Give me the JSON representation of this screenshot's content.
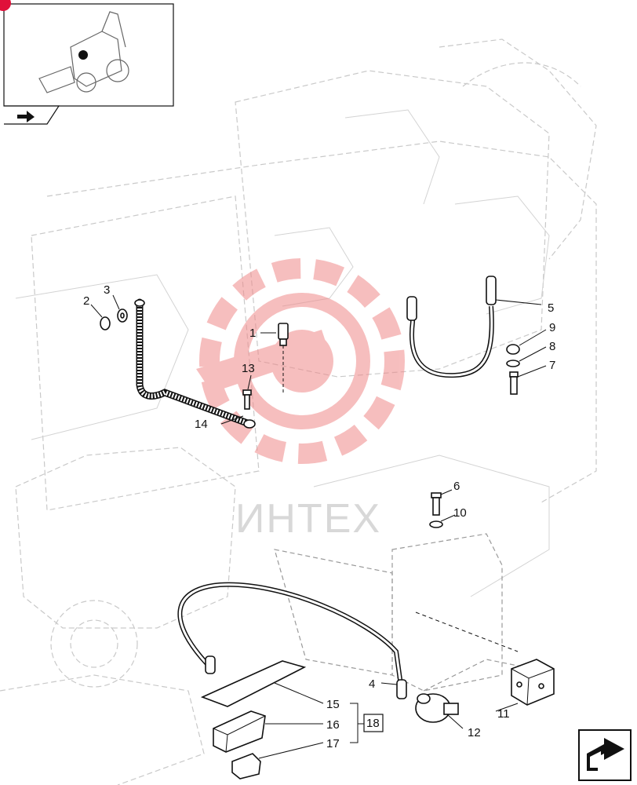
{
  "callouts": [
    {
      "id": "c1",
      "text": "1"
    },
    {
      "id": "c2",
      "text": "2"
    },
    {
      "id": "c3",
      "text": "3"
    },
    {
      "id": "c4",
      "text": "4"
    },
    {
      "id": "c5",
      "text": "5"
    },
    {
      "id": "c6",
      "text": "6"
    },
    {
      "id": "c7",
      "text": "7"
    },
    {
      "id": "c8",
      "text": "8"
    },
    {
      "id": "c9",
      "text": "9"
    },
    {
      "id": "c10",
      "text": "10"
    },
    {
      "id": "c11",
      "text": "11"
    },
    {
      "id": "c12",
      "text": "12"
    },
    {
      "id": "c13",
      "text": "13"
    },
    {
      "id": "c14",
      "text": "14"
    },
    {
      "id": "c15",
      "text": "15"
    },
    {
      "id": "c16",
      "text": "16"
    },
    {
      "id": "c17",
      "text": "17"
    }
  ],
  "kit_box": {
    "text": "18"
  },
  "watermark": {
    "text": "ИНТЕХ"
  },
  "colors": {
    "watermark_red": "#f08a8a",
    "badge_red": "#e0103a",
    "line": "#111111",
    "ghost": "#c9c9c9"
  },
  "icons": [
    "backhoe-loader-thumbnail",
    "next-page-arrow-icon",
    "return-arrow-icon"
  ]
}
